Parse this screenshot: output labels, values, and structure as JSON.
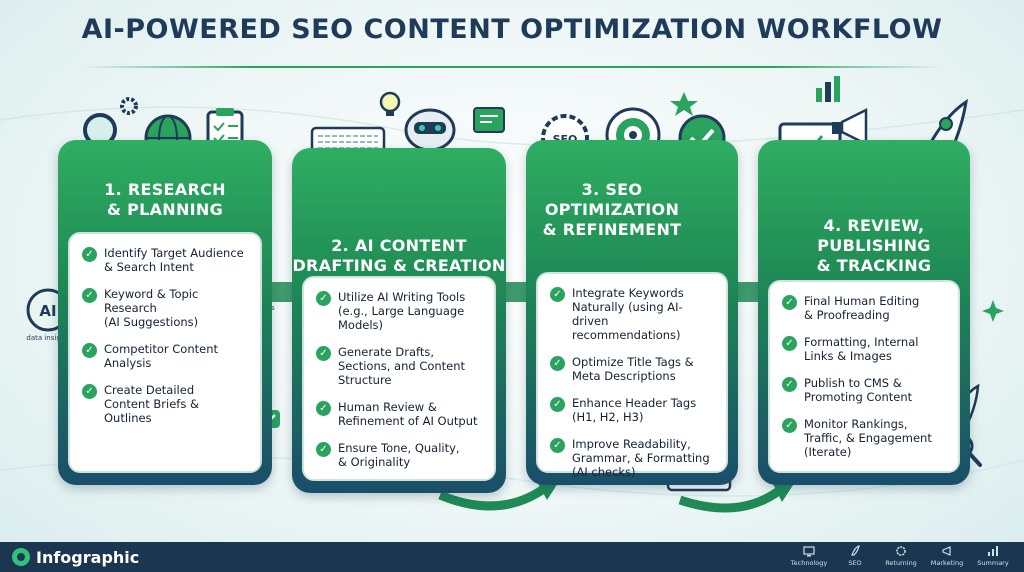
{
  "title": "AI-POWERED SEO CONTENT OPTIMIZATION WORKFLOW",
  "colors": {
    "primary_green": "#2aa35f",
    "navy": "#1e3b5a",
    "footer": "#1a3650"
  },
  "steps": [
    {
      "heading_line1": "1. RESEARCH",
      "heading_line2": "& PLANNING",
      "items": [
        {
          "line1": "Identify Target Audience",
          "line2": "& Search Intent"
        },
        {
          "line1": "Keyword & Topic",
          "line2": "Research",
          "line3": "(AI Suggestions)"
        },
        {
          "line1": "Competitor Content",
          "line2": "Analysis"
        },
        {
          "line1": "Create Detailed",
          "line2": "Content Briefs &",
          "line3": "Outlines"
        }
      ],
      "icons": [
        "magnifier-icon",
        "globe-icon",
        "checklist-icon",
        "gear-icon"
      ]
    },
    {
      "heading_line1": "2. AI CONTENT",
      "heading_line2": "DRAFTING & CREATION",
      "items": [
        {
          "line1": "Utilize AI Writing Tools",
          "line2": "(e.g., Large Language",
          "line3": "Models)"
        },
        {
          "line1": "Generate Drafts,",
          "line2": "Sections, and Content",
          "line3": "Structure"
        },
        {
          "line1": "Human Review &",
          "line2": "Refinement of AI Output"
        },
        {
          "line1": "Ensure Tone, Quality,",
          "line2": "& Originality"
        }
      ],
      "icons": [
        "keyboard-icon",
        "robot-icon",
        "lightbulb-icon"
      ]
    },
    {
      "heading_line1": "3. SEO",
      "heading_line2": "OPTIMIZATION",
      "heading_line3": "& REFINEMENT",
      "items": [
        {
          "line1": "Integrate Keywords",
          "line2": "Naturally (using AI-driven",
          "line3": "recommendations)"
        },
        {
          "line1": "Optimize Title Tags &",
          "line2": "Meta Descriptions"
        },
        {
          "line1": "Enhance Header Tags",
          "line2": "(H1, H2, H3)"
        },
        {
          "line1": "Improve Readability,",
          "line2": "Grammar, & Formatting",
          "line3": "(AI checks)"
        }
      ],
      "icons": [
        "seo-gear-icon",
        "target-icon",
        "checkmark-badge-icon"
      ]
    },
    {
      "heading_line1": "4. REVIEW,",
      "heading_line2": "PUBLISHING",
      "heading_line3": "& TRACKING",
      "items": [
        {
          "line1": "Final Human Editing",
          "line2": "& Proofreading"
        },
        {
          "line1": "Formatting, Internal",
          "line2": "Links & Images"
        },
        {
          "line1": "Publish to CMS &",
          "line2": "Promoting Content"
        },
        {
          "line1": "Monitor Rankings,",
          "line2": "Traffic, & Engagement",
          "line3": "(Iterate)"
        }
      ],
      "icons": [
        "monitor-chart-icon",
        "megaphone-icon",
        "rocket-icon"
      ]
    }
  ],
  "side_badges": {
    "ai_label": "AI",
    "data_insights": "data insights"
  },
  "footer": {
    "brand": "Infographic",
    "nav": [
      "Technology",
      "SEO",
      "Returning",
      "Marketing",
      "Summary"
    ]
  }
}
